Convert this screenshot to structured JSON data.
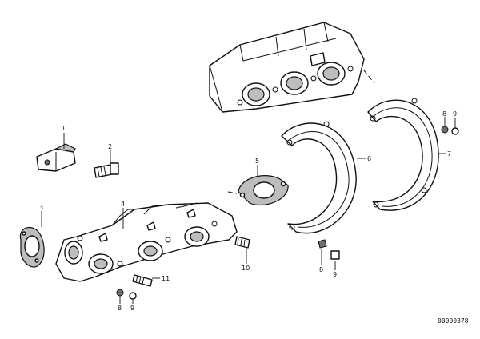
{
  "diagram": {
    "callouts": {
      "p1": "1",
      "p2": "2",
      "p3": "3",
      "p4": "4",
      "p5": "5",
      "p6": "6",
      "p7": "7",
      "p8": "8",
      "p9": "9",
      "p10": "10",
      "p11": "11",
      "p8b": "8",
      "p9b": "9",
      "p8c": "8",
      "p9c": "9"
    },
    "document_number": "00000378"
  }
}
